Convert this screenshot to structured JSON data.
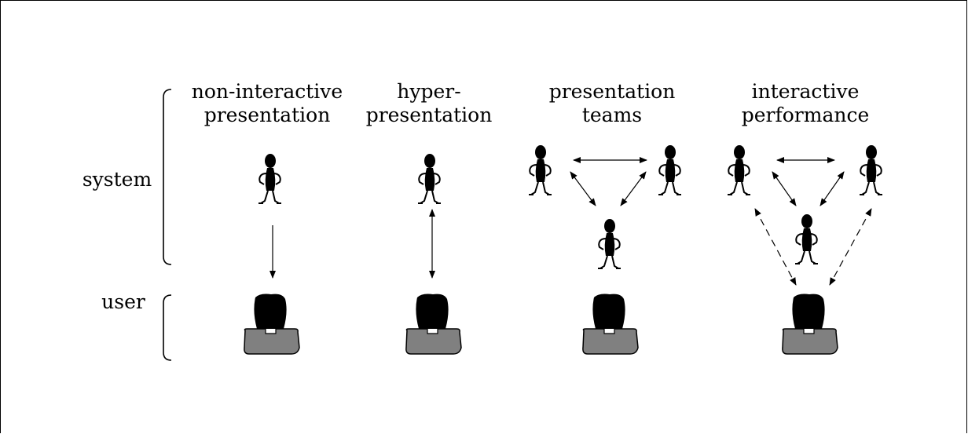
{
  "row_labels": {
    "system": "system",
    "user": "user"
  },
  "columns": [
    {
      "line1": "non-interactive",
      "line2": "presentation"
    },
    {
      "line1": "hyper-",
      "line2": "presentation"
    },
    {
      "line1": "presentation",
      "line2": "teams"
    },
    {
      "line1": "interactive",
      "line2": "performance"
    }
  ],
  "colors": {
    "figure": "#000000",
    "shoulders": "#808080",
    "background": "#ffffff"
  }
}
